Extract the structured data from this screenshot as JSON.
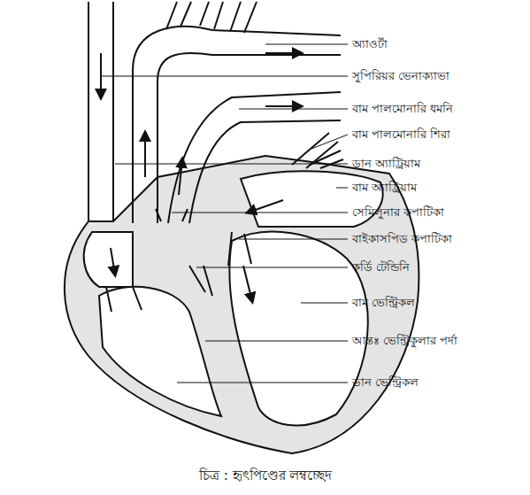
{
  "diagram": {
    "caption": "চিত্র : হৃৎপিণ্ডের লম্বচ্ছেদ",
    "labels": [
      "অ্যাওর্টা",
      "সুপিরিয়র ভেনাক্যাভা",
      "বাম পালমোনারি ধমনি",
      "বাম পালমোনারি শিরা",
      "ডান অ্যাট্রিয়াম",
      "বাম অ্যাট্রিয়াম",
      "সেমিলুনার কপাটিকা",
      "বাইকাসপিড কপাটিকা",
      "কর্ডি টেন্ডিনি",
      "বাম ভেন্ট্রিকল",
      "আন্তঃ ভেন্ট্রিকুলার পর্দা",
      "ডান ভেন্ট্রিকল"
    ]
  }
}
